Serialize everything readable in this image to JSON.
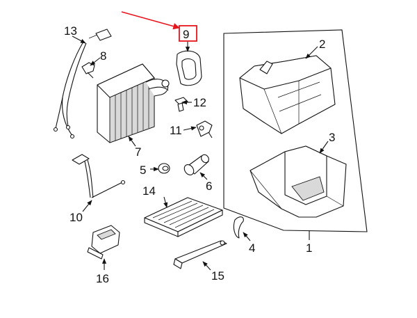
{
  "diagram": {
    "highlight_color": "#e8141c",
    "highlighted_callout": "9",
    "callouts": {
      "c1": "1",
      "c2": "2",
      "c3": "3",
      "c4": "4",
      "c5": "5",
      "c6": "6",
      "c7": "7",
      "c8": "8",
      "c9": "9",
      "c10": "10",
      "c11": "11",
      "c12": "12",
      "c13": "13",
      "c14": "14",
      "c15": "15",
      "c16": "16"
    }
  }
}
